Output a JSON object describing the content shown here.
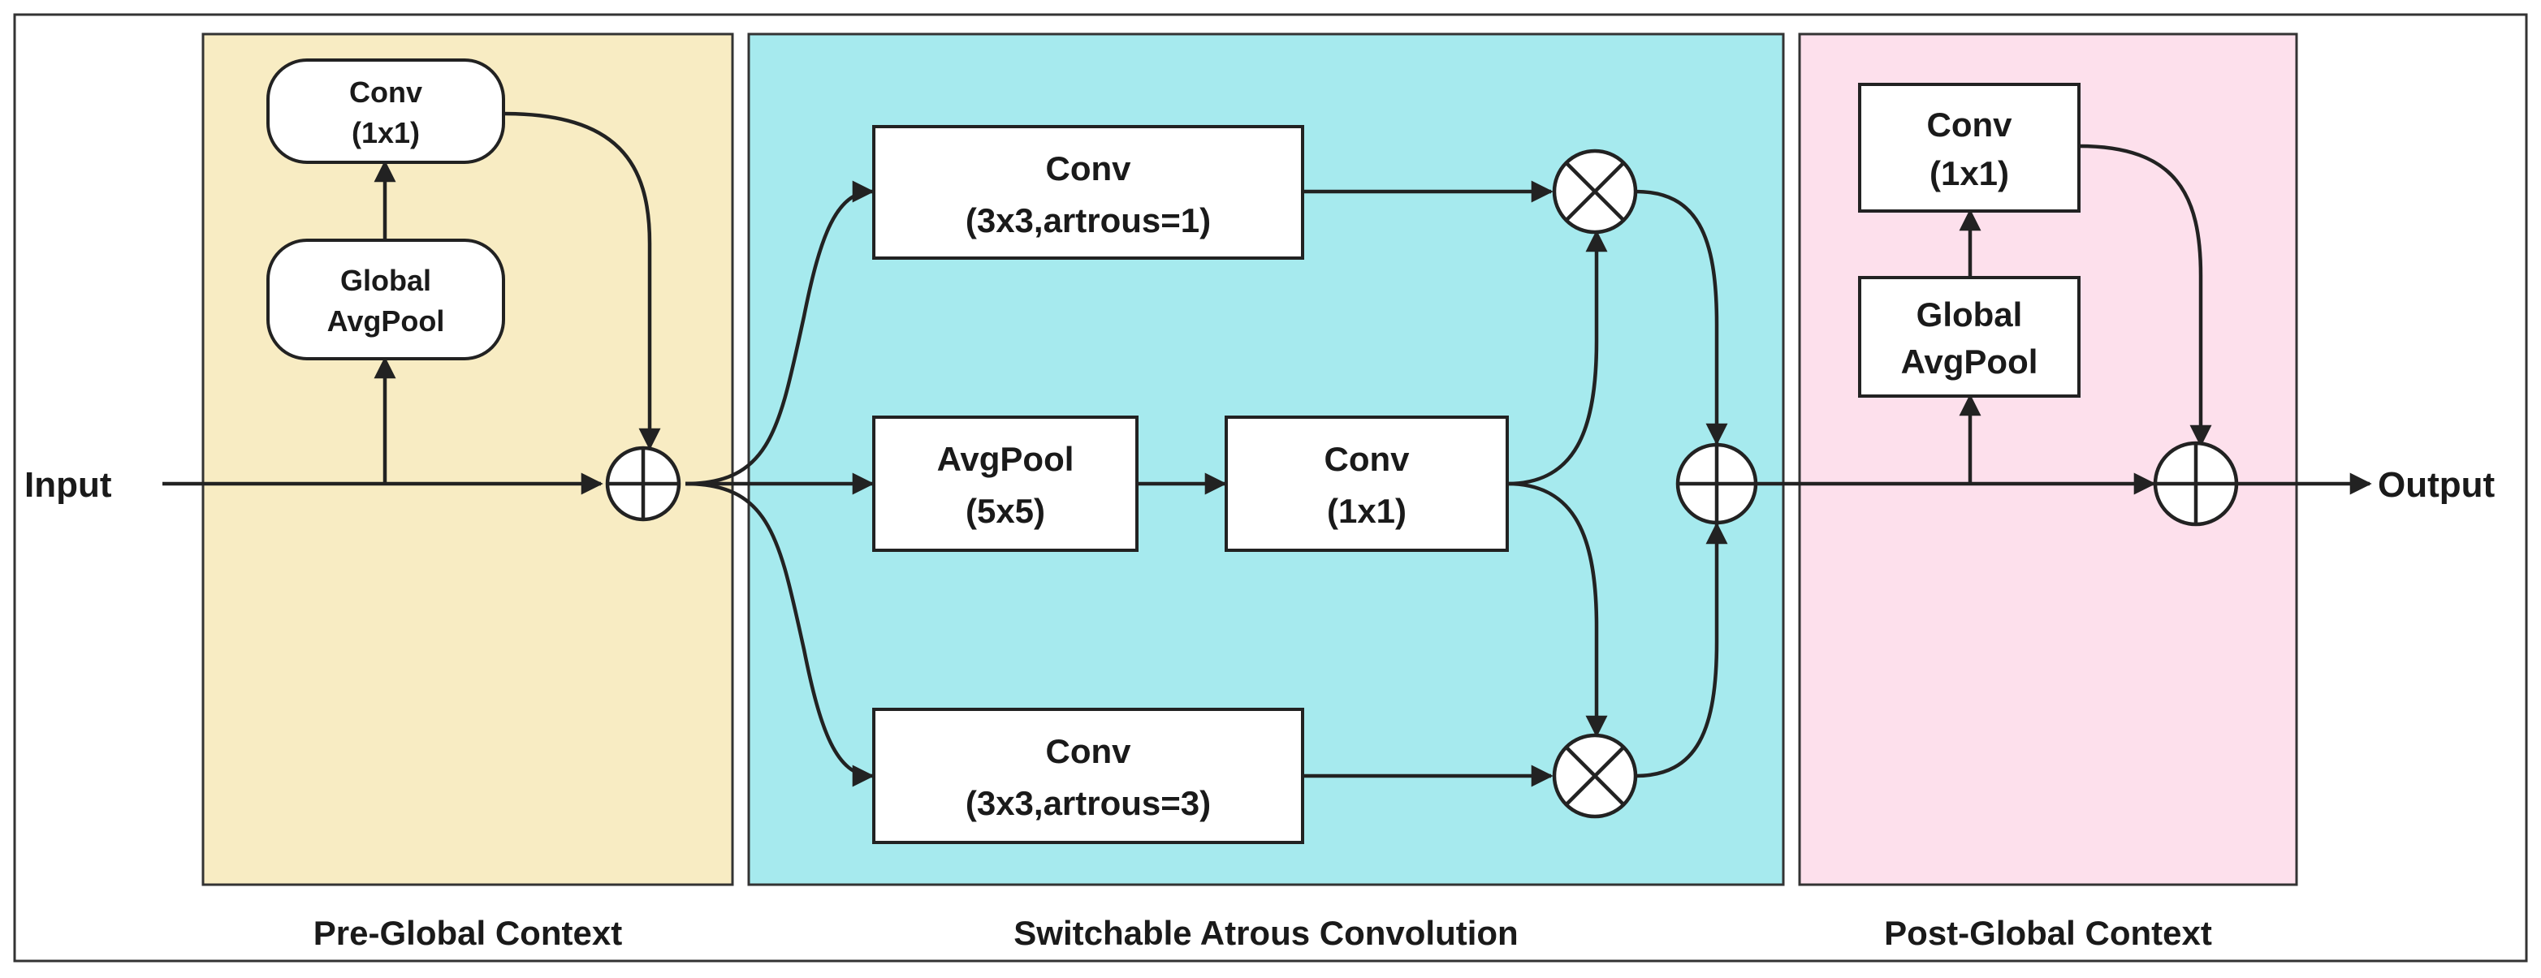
{
  "diagram": {
    "input_label": "Input",
    "output_label": "Output",
    "panels": {
      "pre": {
        "title": "Pre-Global Context",
        "color": "#f8ecc3",
        "conv": [
          "Conv",
          "(1x1)"
        ],
        "pool": [
          "Global",
          "AvgPool"
        ]
      },
      "sac": {
        "title": "Switchable Atrous Convolution",
        "color": "#a6eaee",
        "conv_top": [
          "Conv",
          "(3x3,artrous=1)"
        ],
        "avgpool": [
          "AvgPool",
          "(5x5)"
        ],
        "conv_mid": [
          "Conv",
          "(1x1)"
        ],
        "conv_bottom": [
          "Conv",
          "(3x3,artrous=3)"
        ]
      },
      "post": {
        "title": "Post-Global Context",
        "color": "#fde0ec",
        "conv": [
          "Conv",
          "(1x1)"
        ],
        "pool": [
          "Global",
          "AvgPool"
        ]
      }
    }
  }
}
